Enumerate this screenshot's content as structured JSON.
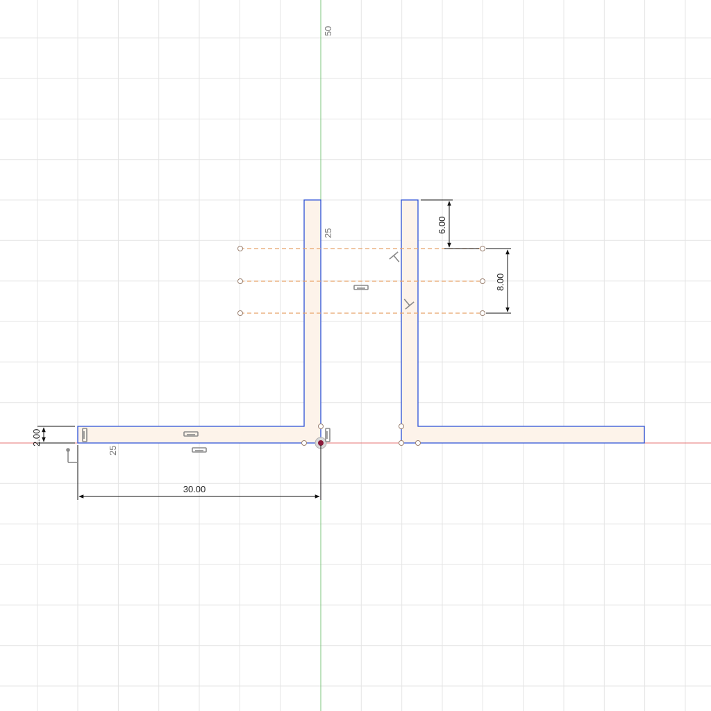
{
  "canvas": {
    "background": "#ffffff",
    "grid_color": "#e4e4e4",
    "x_axis_color": "#e57373",
    "y_axis_color": "#7cc47c",
    "profile_fill": "#fdf3ea",
    "profile_stroke": "#2a4fd6",
    "construction_color": "#e8a46a"
  },
  "ruler_labels": {
    "top_y": "50",
    "mid_y": "25",
    "left_x": "25"
  },
  "dimensions": {
    "width_30": "30.00",
    "height_2": "2.00",
    "offset_6": "6.00",
    "spacing_8": "8.00"
  },
  "constraint_icons": [
    "vertical-constraint-icon",
    "horizontal-constraint-icon",
    "perpendicular-constraint-icon",
    "coincident-constraint-icon",
    "fix-constraint-icon"
  ]
}
